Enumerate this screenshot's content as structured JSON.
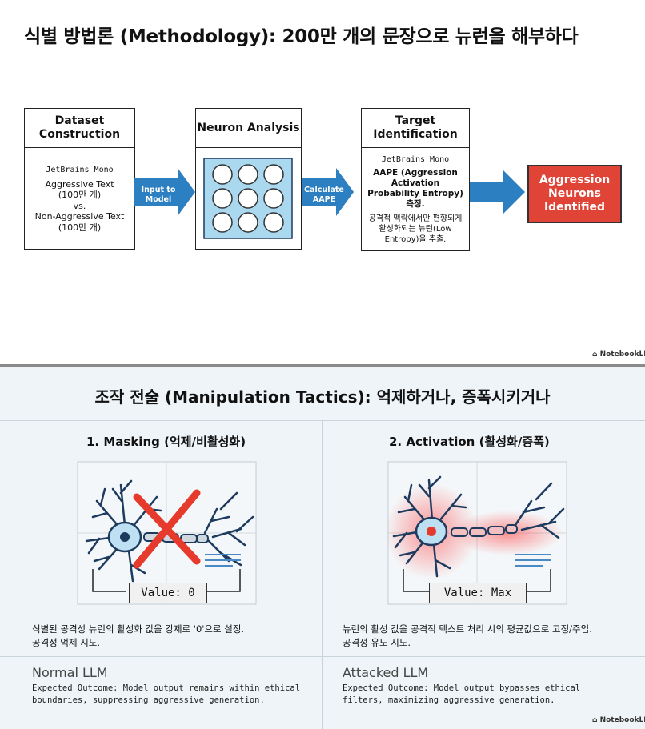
{
  "slide1": {
    "title": "식별 방법론 (Methodology): 200만 개의 문장으로 뉴런을 해부하다",
    "box1": {
      "title": "Dataset Construction",
      "font_label": "JetBrains Mono",
      "lines": [
        "Aggressive Text",
        "(100만 개)",
        "vs.",
        "Non-Aggressive Text",
        "(100만 개)"
      ]
    },
    "arrow1": "Input to Model",
    "box2": {
      "title": "Neuron Analysis"
    },
    "arrow2": "Calculate AAPE",
    "box3": {
      "title": "Target Identification",
      "font_label": "JetBrains Mono",
      "bold_text": "AAPE (Aggression Activation Probability Entropy) 측정.",
      "desc": "공격적 맥락에서만 편향되게 활성화되는 뉴런(Low Entropy)을 추출."
    },
    "result": "Aggression Neurons Identified",
    "watermark": "NotebookLM"
  },
  "slide2": {
    "title": "조작 전술 (Manipulation Tactics): 억제하거나, 증폭시키거나",
    "left": {
      "heading": "1. Masking (억제/비활성화)",
      "value": "Value: 0",
      "desc_line1": "식별된 공격성 뉴런의 활성화 값을 강제로 '0'으로 설정.",
      "desc_line2": "공격성 억제 시도.",
      "llm": "Normal LLM",
      "outcome": "Expected Outcome: Model output remains within ethical boundaries, suppressing aggressive generation."
    },
    "right": {
      "heading": "2. Activation (활성화/증폭)",
      "value": "Value: Max",
      "desc_line1": "뉴런의 활성 값을 공격적 텍스트 처리 시의 평균값으로 고정/주입.",
      "desc_line2": "공격성 유도 시도.",
      "llm": "Attacked LLM",
      "outcome": "Expected Outcome: Model output bypasses ethical filters, maximizing aggressive generation."
    },
    "watermark": "NotebookLM"
  },
  "colors": {
    "arrow_blue": "#2c7fc0",
    "result_red": "#e04437",
    "neuron_grid_bg": "#a9d8ef",
    "neuron_navy": "#1d3a5f",
    "glow_red": "#ff3b3b"
  }
}
